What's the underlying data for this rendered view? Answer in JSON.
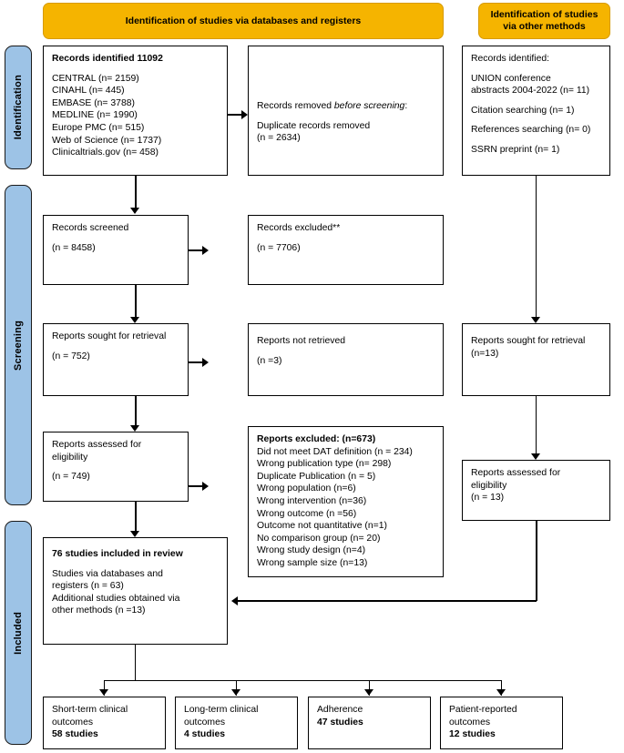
{
  "headers": {
    "databases": "Identification of studies via databases and registers",
    "other": "Identification of studies via other methods"
  },
  "stages": [
    {
      "label": "Identification"
    },
    {
      "label": "Screening"
    },
    {
      "label": "Included"
    }
  ],
  "boxes": {
    "records_identified": {
      "title": "Records identified 11092",
      "sources": [
        "CENTRAL (n= 2159)",
        "CINAHL (n= 445)",
        "EMBASE (n= 3788)",
        "MEDLINE (n= 1990)",
        "Europe PMC (n= 515)",
        "Web of Science (n= 1737)",
        "Clinicaltrials.gov (n= 458)"
      ]
    },
    "records_removed": {
      "line1_a": "Records removed ",
      "line1_b": "before screening",
      "line1_c": ":",
      "line2": "Duplicate records removed",
      "line3": "(n = 2634)"
    },
    "other_identified": {
      "title": "Records identified:",
      "items": [
        "UNION conference",
        "abstracts 2004-2022 (n= 11)",
        "Citation searching (n= 1)",
        "References searching (n= 0)",
        "SSRN preprint (n= 1)"
      ]
    },
    "records_screened": {
      "label": "Records screened",
      "count": "(n = 8458)"
    },
    "records_excluded": {
      "label": "Records excluded**",
      "count": "(n = 7706)"
    },
    "reports_sought": {
      "label": "Reports sought for retrieval",
      "count": "(n = 752)"
    },
    "reports_not_retrieved": {
      "label": "Reports not retrieved",
      "count": "(n =3)"
    },
    "reports_sought_other": {
      "label": "Reports sought for retrieval",
      "count": "(n=13)"
    },
    "reports_assessed": {
      "label": "Reports assessed for eligibility",
      "count": "(n = 749)"
    },
    "reports_excluded": {
      "title": "Reports excluded: (n=673)",
      "reasons": [
        "Did not meet DAT definition (n = 234)",
        "Wrong publication type (n= 298)",
        "Duplicate Publication (n = 5)",
        "Wrong population (n=6)",
        "Wrong intervention (n=36)",
        "Wrong outcome (n =56)",
        "Outcome not quantitative (n=1)",
        "No comparison group (n= 20)",
        "Wrong study design (n=4)",
        "Wrong sample size (n=13)"
      ]
    },
    "reports_assessed_other": {
      "line1": "Reports assessed for",
      "line2": "eligibility",
      "count": "(n = 13)"
    },
    "included": {
      "title": "76 studies included in review",
      "line1": "Studies via databases and",
      "line2": "registers (n = 63)",
      "line3": "Additional studies obtained via",
      "line4": "other methods (n =13)"
    }
  },
  "outcomes": [
    {
      "line1": "Short-term clinical",
      "line2": "outcomes",
      "count": "58 studies"
    },
    {
      "line1": "Long-term clinical",
      "line2": "outcomes",
      "count": "4 studies"
    },
    {
      "line1": "Adherence",
      "line2": "",
      "count": "47 studies"
    },
    {
      "line1": "Patient-reported",
      "line2": "outcomes",
      "count": "12 studies"
    }
  ],
  "colors": {
    "header_yellow": "#f5b400",
    "stage_blue": "#9dc3e6",
    "line_black": "#000000"
  }
}
